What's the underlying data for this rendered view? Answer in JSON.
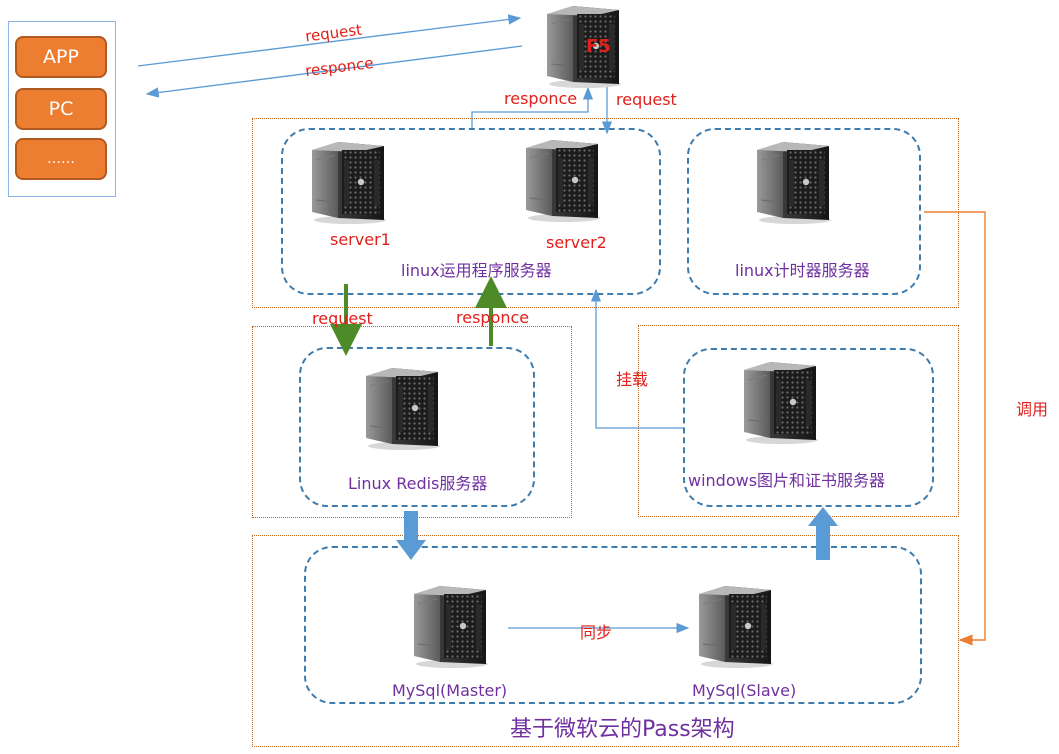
{
  "clients": {
    "items": [
      {
        "label": "APP"
      },
      {
        "label": "PC"
      },
      {
        "label": "……"
      }
    ]
  },
  "top": {
    "request": "request",
    "responce": "responce",
    "f5": "F5",
    "f5_responce": "responce",
    "f5_request": "request"
  },
  "app_group": {
    "server1": "server1",
    "server2": "server2",
    "title": "linux运用程序服务器"
  },
  "timer_group": {
    "title": "linux计时器服务器"
  },
  "redis_group": {
    "title": "Linux Redis服务器",
    "request": "request",
    "responce": "responce"
  },
  "windows_group": {
    "title": "windows图片和证书服务器",
    "mount": "挂载"
  },
  "call_label": "调用",
  "db_group": {
    "master": "MySql(Master)",
    "slave": "MySql(Slave)",
    "sync": "同步",
    "caption": "基于微软云的Pass架构"
  },
  "colors": {
    "orange_fill": "#ed7d31",
    "dashed_blue": "#3f7cae",
    "dotted_orange": "#c0651d",
    "purple_text": "#7030a0",
    "red_text": "#e0201b",
    "green_arrow": "#4e8a28",
    "blue_arrow": "#5b9bd5"
  }
}
